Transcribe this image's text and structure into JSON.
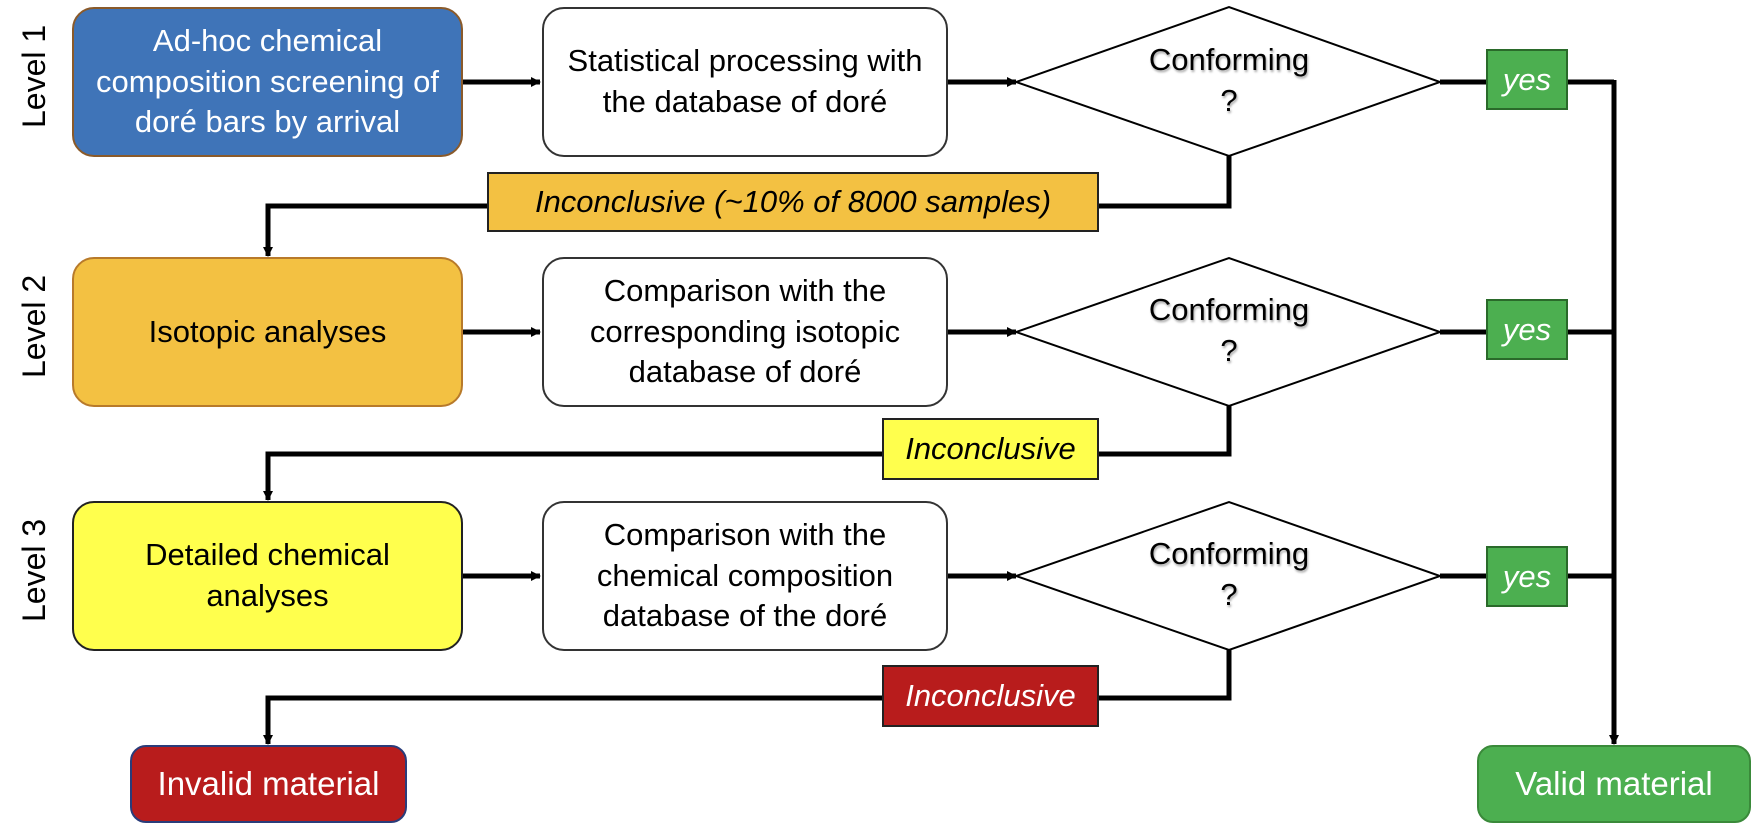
{
  "levels": [
    "Level 1",
    "Level 2",
    "Level 3"
  ],
  "start_boxes": [
    "Ad-hoc chemical composition screening of doré bars by arrival",
    "Isotopic analyses",
    "Detailed chemical analyses"
  ],
  "process_boxes": [
    "Statistical processing with the database of doré",
    "Comparison with the corresponding isotopic database of doré",
    "Comparison with the chemical composition database of the doré"
  ],
  "decisions": {
    "word": "Conforming",
    "mark": "?"
  },
  "yes_label": "yes",
  "inconclusive_labels": [
    "Inconclusive (~10% of 8000 samples)",
    "Inconclusive",
    "Inconclusive"
  ],
  "terminals": {
    "invalid": "Invalid material",
    "valid": "Valid material"
  },
  "colors": {
    "blue": "#3f74b8",
    "orange": "#f3c142",
    "yellow": "#ffff4d",
    "red": "#b81c1c",
    "green": "#4caf50"
  }
}
